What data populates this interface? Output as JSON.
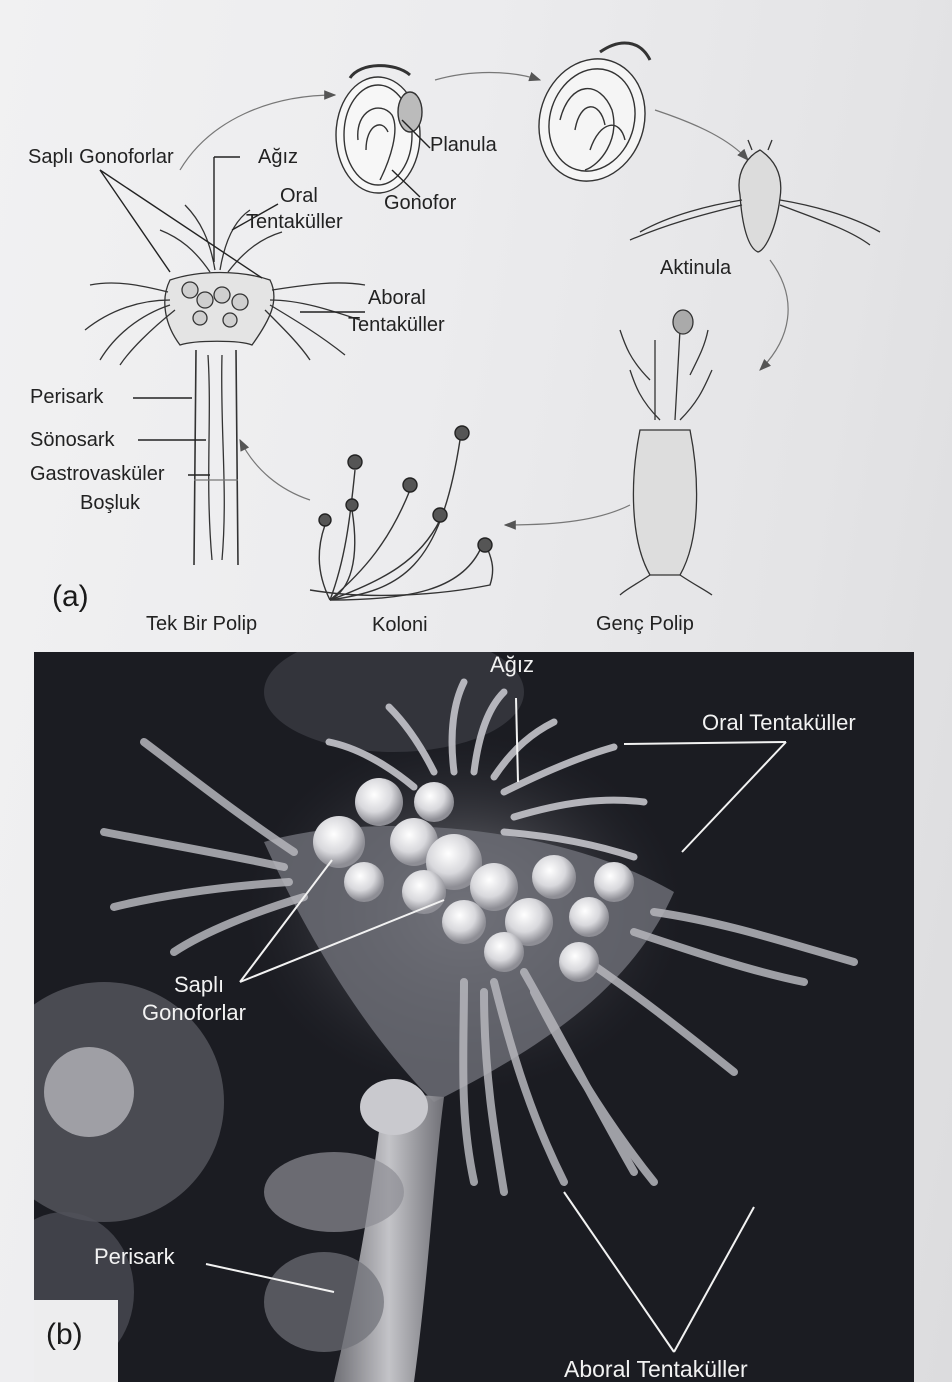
{
  "panel_a": {
    "letter": "(a)",
    "labels": {
      "sapli_gonoforlar": "Saplı Gonoforlar",
      "agiz": "Ağız",
      "oral": "Oral",
      "tentakuller": "Tentaküller",
      "planula": "Planula",
      "gonofor": "Gonofor",
      "aktinula": "Aktinula",
      "aboral": "Aboral",
      "aboral_tentakuller": "Tentaküller",
      "perisark": "Perisark",
      "sonosark": "Sönosark",
      "gastrovaskuler": "Gastrovasküler",
      "bosluk": "Boşluk"
    },
    "captions": {
      "tek_bir_polip": "Tek Bir Polip",
      "koloni": "Koloni",
      "genc_polip": "Genç Polip"
    }
  },
  "panel_b": {
    "letter": "(b)",
    "labels": {
      "agiz": "Ağız",
      "oral_tentakuller": "Oral Tentaküller",
      "sapli": "Saplı",
      "gonoforlar": "Gonoforlar",
      "perisark": "Perisark",
      "aboral_tentakuller": "Aboral Tentaküller"
    }
  }
}
